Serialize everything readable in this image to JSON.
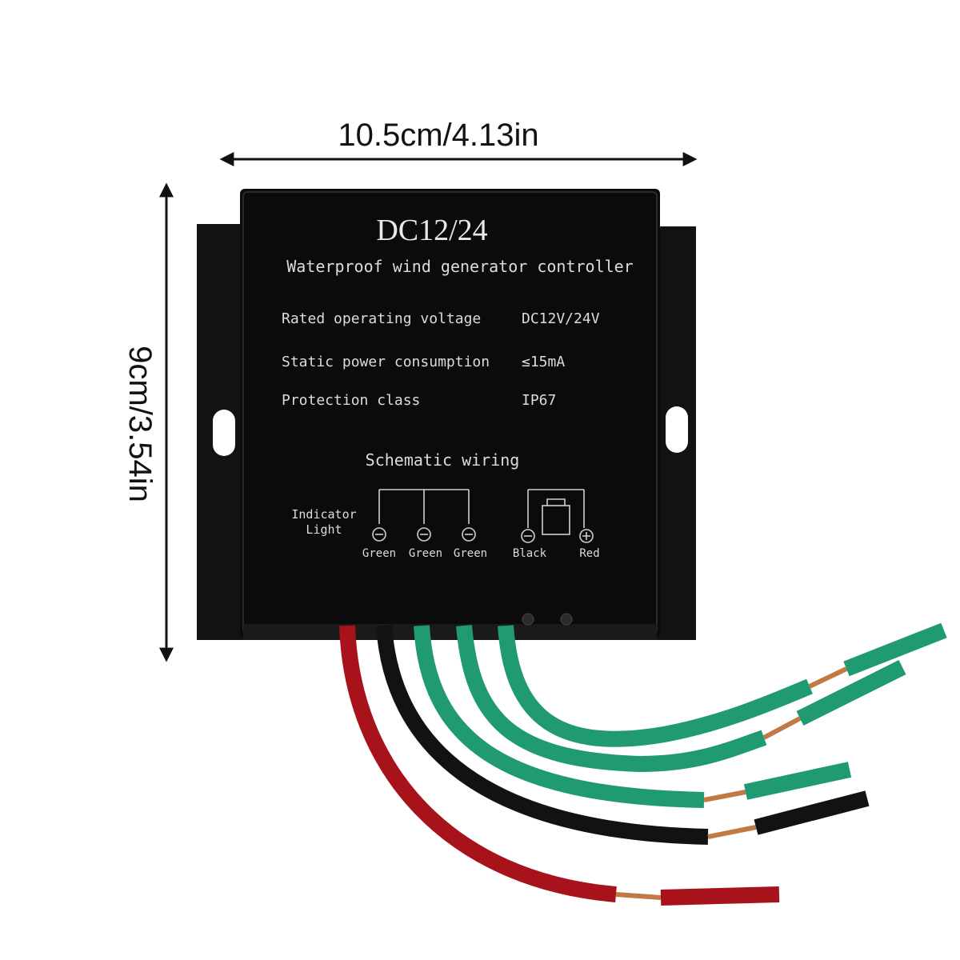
{
  "dimensions": {
    "width_label": "10.5cm/4.13in",
    "height_label": "9cm/3.54in"
  },
  "panel": {
    "model": "DC12/24",
    "subtitle": "Waterproof wind generator controller",
    "specs": [
      {
        "label": "Rated operating voltage",
        "value": "DC12V/24V"
      },
      {
        "label": "Static power consumption",
        "value": "≤15mA"
      },
      {
        "label": "Protection class",
        "value": "IP67"
      }
    ],
    "schematic": {
      "title": "Schematic wiring",
      "indicator_line1": "Indicator",
      "indicator_line2": "Light",
      "terminals": [
        "Green",
        "Green",
        "Green",
        "Black",
        "Red"
      ]
    }
  },
  "colors": {
    "housing": "#0c0c0c",
    "bracket": "#111111",
    "wire_green": "#1f9a72",
    "wire_black": "#121212",
    "wire_red": "#a8121b",
    "copper": "#c27a44"
  }
}
